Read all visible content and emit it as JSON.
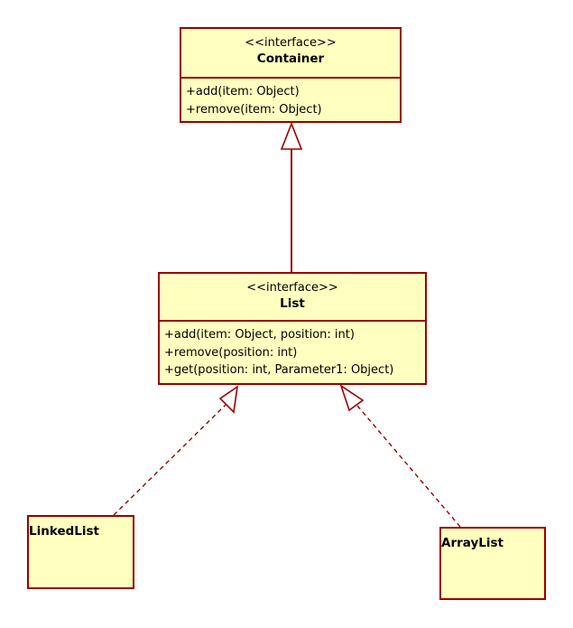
{
  "colors": {
    "box_fill": "#ffffc0",
    "outline": "#990000",
    "text": "#000000",
    "background": "#ffffff"
  },
  "classes": {
    "container": {
      "stereotype": "<<interface>>",
      "name": "Container",
      "operations": [
        "+add(item: Object)",
        "+remove(item: Object)"
      ]
    },
    "list": {
      "stereotype": "<<interface>>",
      "name": "List",
      "operations": [
        "+add(item: Object, position: int)",
        "+remove(position: int)",
        "+get(position: int, Parameter1: Object)"
      ]
    },
    "linkedlist": {
      "name": "LinkedList"
    },
    "arraylist": {
      "name": "ArrayList"
    }
  },
  "relationships": [
    {
      "type": "generalization",
      "from": "List",
      "to": "Container"
    },
    {
      "type": "realization",
      "from": "LinkedList",
      "to": "List"
    },
    {
      "type": "realization",
      "from": "ArrayList",
      "to": "List"
    }
  ]
}
